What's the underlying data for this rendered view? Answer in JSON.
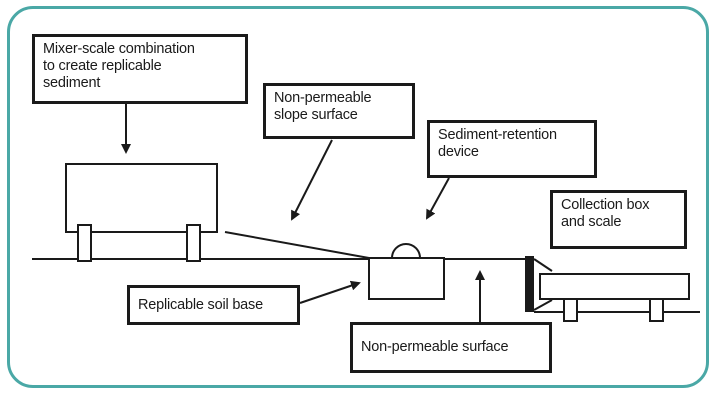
{
  "frame_color": "#4aa8a6",
  "ink_color": "#1a1a1a",
  "labels": {
    "mixer": "Mixer-scale combination\nto create replicable\nsediment",
    "slope": "Non-permeable\nslope surface",
    "retention": "Sediment-retention\ndevice",
    "collection": "Collection box\nand scale",
    "soil_base": "Replicable soil base",
    "surface": "Non-permeable surface"
  }
}
